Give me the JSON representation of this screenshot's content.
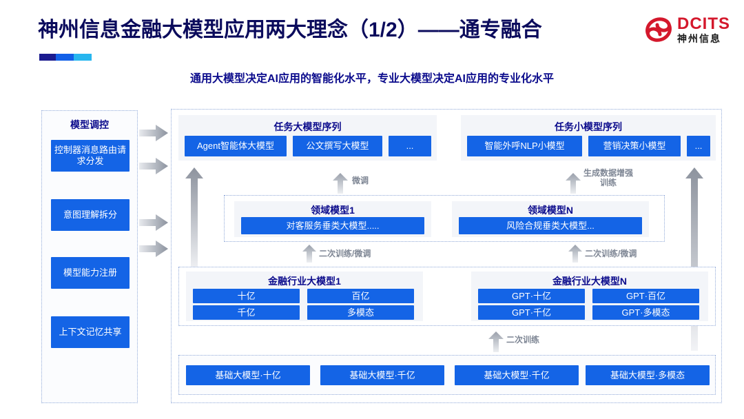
{
  "header": {
    "title": "神州信息金融大模型应用两大理念（1/2）——通专融合",
    "subtitle": "通用大模型决定AI应用的智能化水平，专业大模型决定AI应用的专业化水平",
    "logo_en": "DCITS",
    "logo_cn": "神州信息",
    "accent_colors": [
      "#1b1b8f",
      "#1260e8",
      "#27b6ef"
    ]
  },
  "colors": {
    "title_blue": "#0b0b5c",
    "box_blue": "#1464e6",
    "panel_grey": "#f3f5f9",
    "dotted_border": "#8fa8d8",
    "arrow_grey": "#9aa0ab",
    "logo_red": "#d4182c"
  },
  "sidebar": {
    "title": "模型调控",
    "items": [
      {
        "label": "控制器消息路由请求分发"
      },
      {
        "label": "意图理解拆分"
      },
      {
        "label": "模型能力注册"
      },
      {
        "label": "上下文记忆共享"
      }
    ]
  },
  "task_big": {
    "title": "任务大模型序列",
    "boxes": [
      "Agent智能体大模型",
      "公文撰写大模型",
      "..."
    ]
  },
  "task_small": {
    "title": "任务小模型序列",
    "boxes": [
      "智能外呼NLP小模型",
      "营销决策小模型",
      "..."
    ]
  },
  "domain": {
    "left": {
      "title": "领域模型1",
      "box": "对客服务垂类大模型....."
    },
    "right": {
      "title": "领域模型N",
      "box": "风险合规垂类大模型..."
    }
  },
  "industry": {
    "left": {
      "title": "金融行业大模型1",
      "boxes": [
        "十亿",
        "百亿",
        "千亿",
        "多模态"
      ]
    },
    "right": {
      "title": "金融行业大模型N",
      "boxes": [
        "GPT·十亿",
        "GPT·百亿",
        "GPT·千亿",
        "GPT·多模态"
      ]
    }
  },
  "base": {
    "boxes": [
      "基础大模型·十亿",
      "基础大模型·千亿",
      "基础大模型·千亿",
      "基础大模型·多模态"
    ]
  },
  "arrow_labels": {
    "fine_tune": "微调",
    "data_aug": "生成数据增强\n训练",
    "data_aug_line1": "生成数据增强",
    "data_aug_line2": "训练",
    "retrain_finetune_left": "二次训练/微调",
    "retrain_finetune_right": "二次训练/微调",
    "retrain": "二次训练"
  }
}
